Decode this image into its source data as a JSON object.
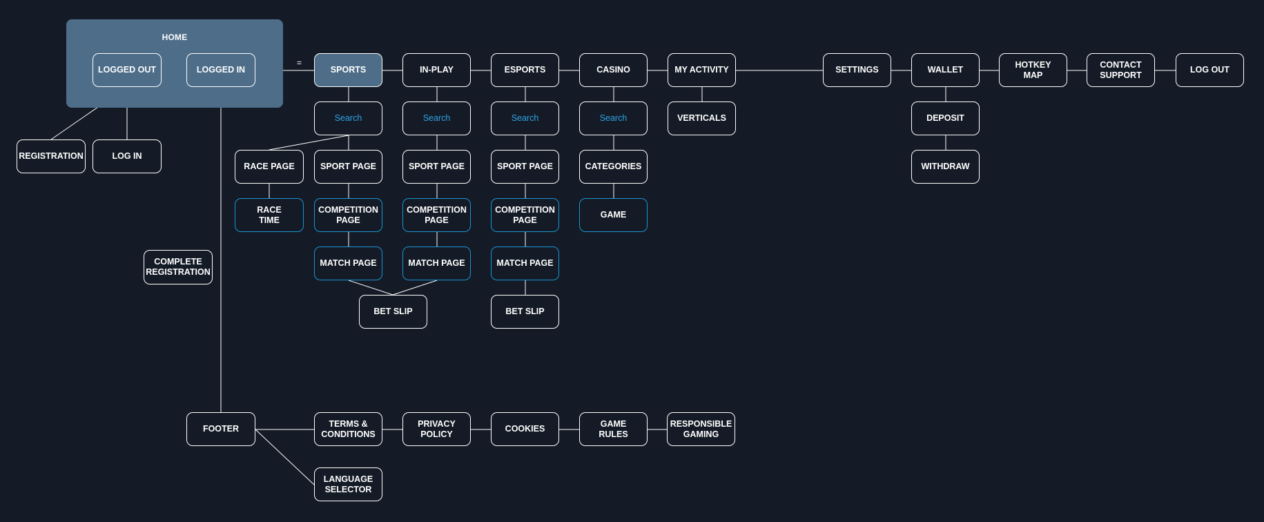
{
  "home": {
    "title": "HOME"
  },
  "eq_mark": "=",
  "nodes": {
    "logged_out": "LOGGED OUT",
    "logged_in": "LOGGED IN",
    "registration": "REGISTRATION",
    "log_in": "LOG IN",
    "complete_registration": "COMPLETE\nREGISTRATION",
    "sports": "SPORTS",
    "in_play": "IN-PLAY",
    "esports": "ESPORTS",
    "casino": "CASINO",
    "my_activity": "MY ACTIVITY",
    "settings": "SETTINGS",
    "wallet": "WALLET",
    "hotkey_map": "HOTKEY\nMAP",
    "contact_support": "CONTACT\nSUPPORT",
    "log_out": "LOG OUT",
    "search_sports": "Search",
    "search_inplay": "Search",
    "search_esports": "Search",
    "search_casino": "Search",
    "verticals": "VERTICALS",
    "deposit": "DEPOSIT",
    "withdraw": "WITHDRAW",
    "race_page": "RACE PAGE",
    "sport_page_sports": "SPORT PAGE",
    "sport_page_inplay": "SPORT PAGE",
    "sport_page_esports": "SPORT PAGE",
    "categories": "CATEGORIES",
    "race_time": "RACE\nTIME",
    "competition_sports": "COMPETITION\nPAGE",
    "competition_inplay": "COMPETITION\nPAGE",
    "competition_esports": "COMPETITION\nPAGE",
    "game": "GAME",
    "match_sports": "MATCH PAGE",
    "match_inplay": "MATCH PAGE",
    "match_esports": "MATCH PAGE",
    "bet_slip_main": "BET SLIP",
    "bet_slip_esports": "BET SLIP",
    "footer": "FOOTER",
    "terms": "TERMS &\nCONDITIONS",
    "privacy": "PRIVACY\nPOLICY",
    "cookies": "COOKIES",
    "game_rules": "GAME\nRULES",
    "responsible_gaming": "RESPONSIBLE\nGAMING",
    "language_selector": "LANGUAGE\nSELECTOR"
  },
  "colors": {
    "background": "#141b26",
    "home_panel": "#4d6d89",
    "border": "#ffffff",
    "accent_blue": "#1a95d4",
    "search_text": "#2ea3e6"
  }
}
